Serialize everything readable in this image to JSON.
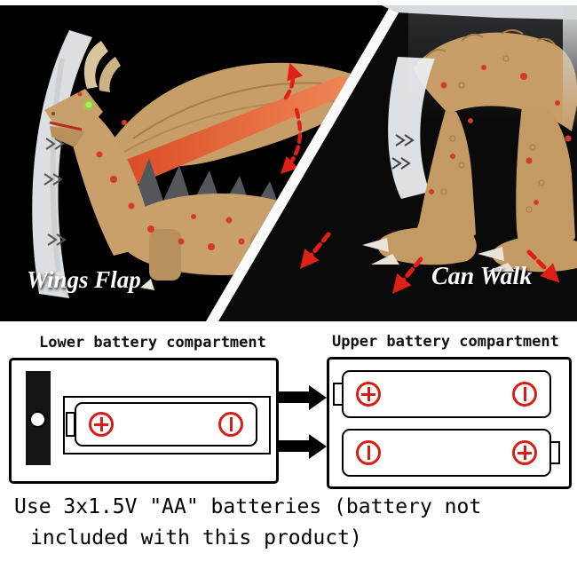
{
  "hero": {
    "left_caption": "Wings Flap",
    "right_caption": "Can Walk"
  },
  "diagram": {
    "lower_label": "Lower battery compartment",
    "upper_label": "Upper battery compartment",
    "compartments": {
      "lower": {
        "battery_count": 1,
        "batteries": [
          {
            "left_terminal": "positive",
            "right_terminal": "negative"
          }
        ]
      },
      "upper": {
        "battery_count": 2,
        "batteries": [
          {
            "left_terminal": "positive",
            "right_terminal": "negative"
          },
          {
            "left_terminal": "negative",
            "right_terminal": "positive"
          }
        ]
      }
    }
  },
  "footer": {
    "line1": "Use 3x1.5V \"AA\" batteries (battery not",
    "line2": "included with this product)"
  },
  "colors": {
    "terminal_red": "#d81e14",
    "arrow_red": "#e01f17",
    "dragon_tan": "#c79e67",
    "wing_orange": "#e05a30",
    "block_arrow_black": "#000000"
  }
}
